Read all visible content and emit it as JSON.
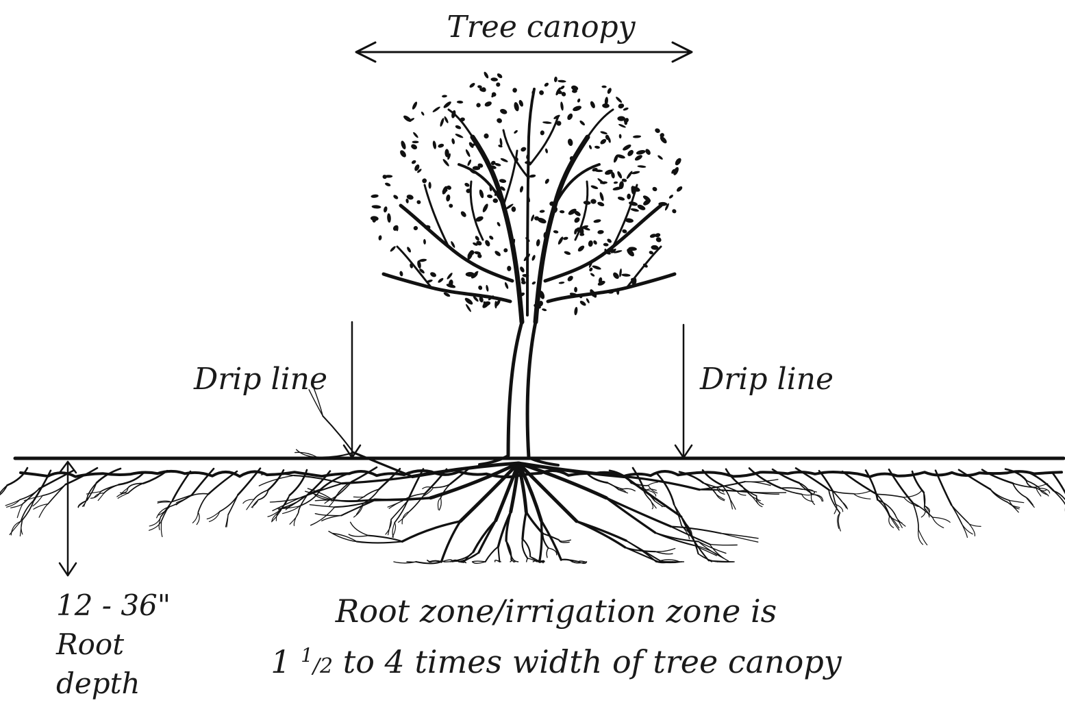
{
  "labels": {
    "canopy": "Tree canopy",
    "drip_left": "Drip line",
    "drip_right": "Drip line",
    "depth_value": "12 - 36\"",
    "depth_word1": "Root",
    "depth_word2": "depth",
    "caption_line1": "Root zone/irrigation zone is",
    "caption_whole": "1 ",
    "caption_num": "1",
    "caption_den": "/2",
    "caption_rest": " to 4 times width of tree canopy"
  },
  "colors": {
    "ink": "#111111",
    "background": "#ffffff"
  }
}
